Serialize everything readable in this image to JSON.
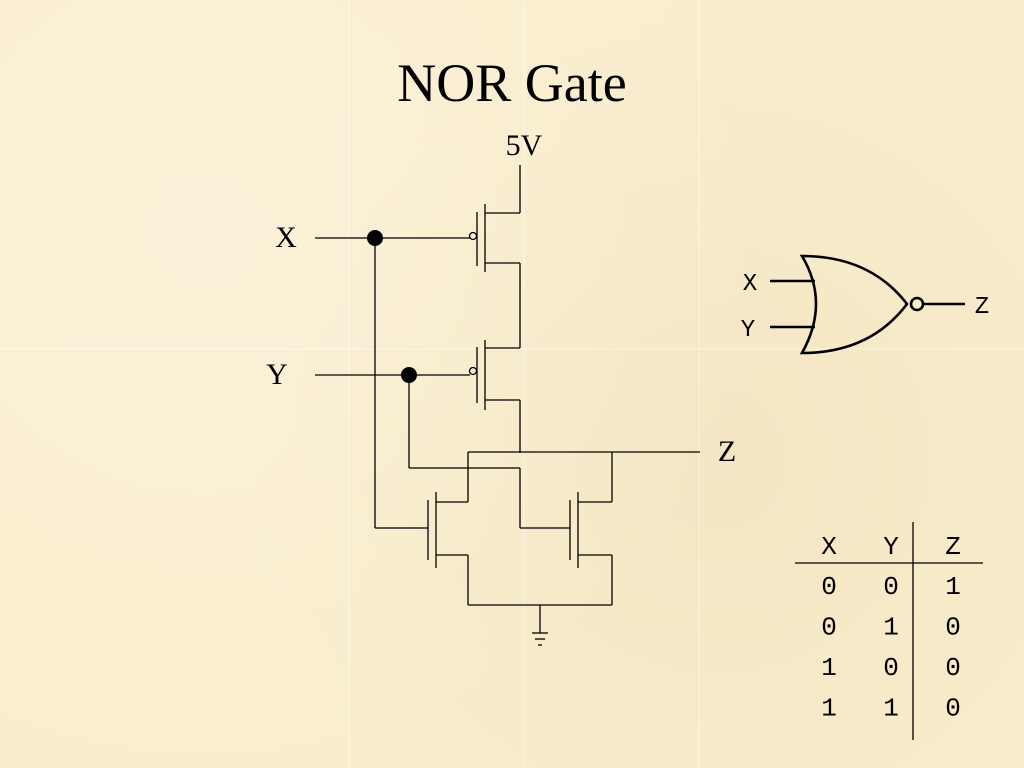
{
  "title": "NOR Gate",
  "circuit": {
    "supply_label": "5V",
    "input_x_label": "X",
    "input_y_label": "Y",
    "output_label": "Z"
  },
  "gate_symbol": {
    "input_x_label": "X",
    "input_y_label": "Y",
    "output_label": "Z"
  },
  "truth_table": {
    "headers": [
      "X",
      "Y",
      "Z"
    ],
    "rows": [
      [
        "0",
        "0",
        "1"
      ],
      [
        "0",
        "1",
        "0"
      ],
      [
        "1",
        "0",
        "0"
      ],
      [
        "1",
        "1",
        "0"
      ]
    ]
  }
}
